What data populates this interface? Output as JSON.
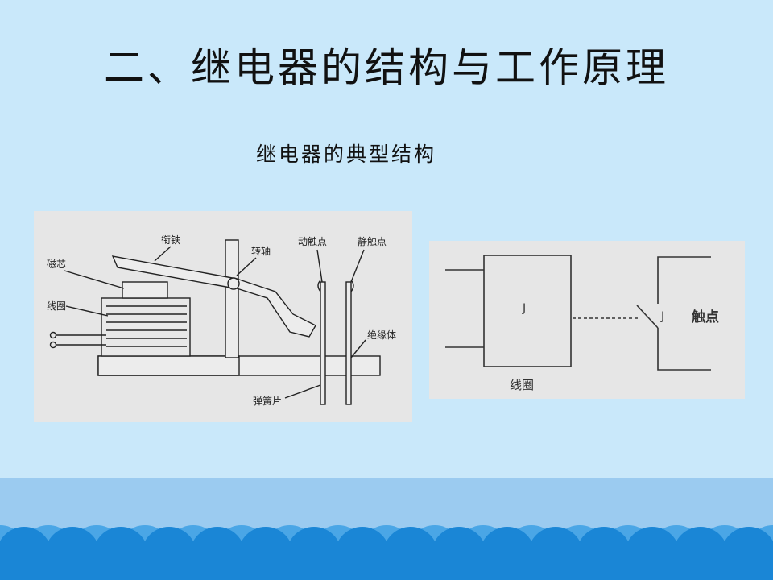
{
  "slide": {
    "title": "二、继电器的结构与工作原理",
    "subtitle": "继电器的典型结构",
    "colors": {
      "background": "#c9e8fa",
      "band": "#9bcbf0",
      "waves": "#1a86d6",
      "diagram_bg": "#e6e6e6"
    }
  },
  "structure_diagram": {
    "labels": {
      "armature": "衔铁",
      "pivot": "转轴",
      "moving_contact": "动触点",
      "static_contact": "静触点",
      "core": "磁芯",
      "coil": "线圈",
      "insulator": "绝缘体",
      "spring_plate": "弹簧片"
    }
  },
  "symbol_diagram": {
    "coil_letter": "J",
    "switch_letter": "J",
    "contact_label": "触点",
    "coil_label": "线圈"
  }
}
